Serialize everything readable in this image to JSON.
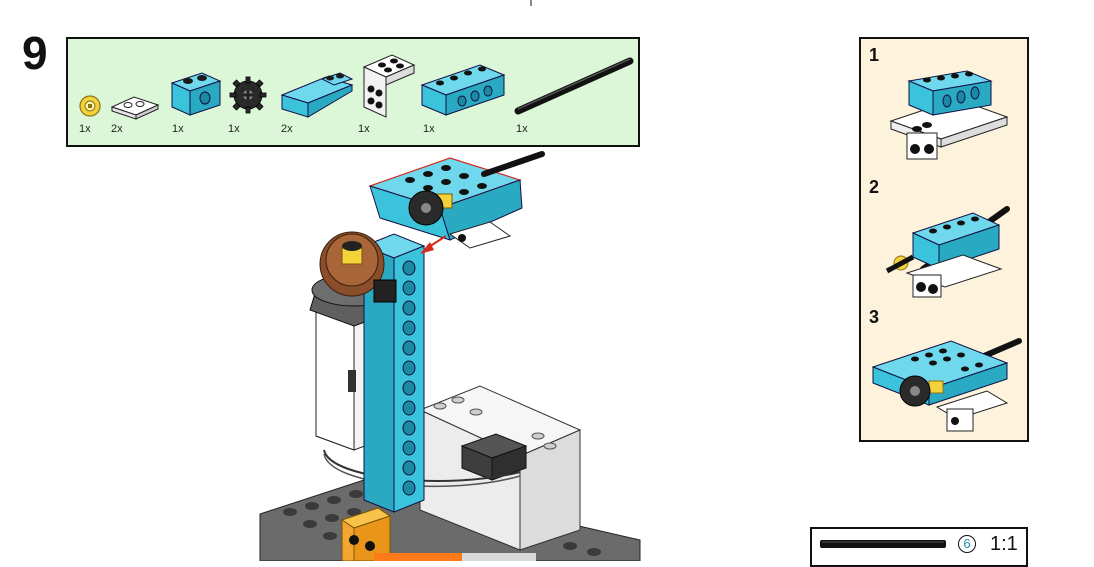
{
  "step": {
    "number": "9"
  },
  "parts_list": {
    "items": [
      {
        "name": "yellow-bush",
        "qty": "1x"
      },
      {
        "name": "white-plate-1x2",
        "qty": "2x"
      },
      {
        "name": "azure-technic-brick-1x2",
        "qty": "1x"
      },
      {
        "name": "black-gear-12-tooth",
        "qty": "1x"
      },
      {
        "name": "azure-slope-brick",
        "qty": "2x"
      },
      {
        "name": "white-plate-2x2-holes",
        "qty": "1x"
      },
      {
        "name": "azure-technic-brick-1x4",
        "qty": "1x"
      },
      {
        "name": "black-axle-long",
        "qty": "1x"
      }
    ]
  },
  "sub_steps": {
    "labels": [
      "1",
      "2",
      "3"
    ]
  },
  "scale": {
    "axle_length": "6",
    "ratio": "1:1"
  },
  "colors": {
    "parts_bg": "#dcf6d8",
    "substeps_bg": "#fdf2dc",
    "azure": "#3cc3dc",
    "arrow": "#d62a1e"
  }
}
